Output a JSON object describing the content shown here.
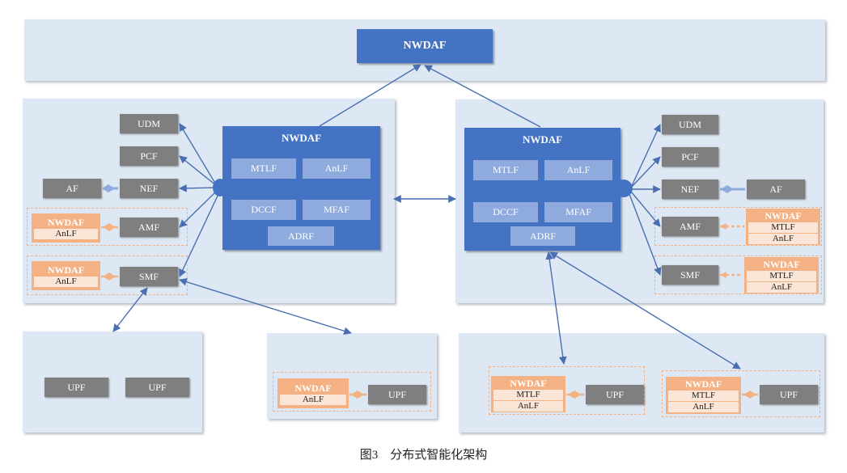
{
  "top": {
    "nwdaf": "NWDAF"
  },
  "left_core": {
    "nwdaf": "NWDAF",
    "functions": [
      "MTLF",
      "AnLF",
      "DCCF",
      "MFAF",
      "ADRF"
    ],
    "nf": {
      "udm": "UDM",
      "pcf": "PCF",
      "nef": "NEF",
      "af": "AF",
      "amf": "AMF",
      "smf": "SMF"
    },
    "amf_nwdaf": {
      "title": "NWDAF",
      "lines": [
        "AnLF"
      ]
    },
    "smf_nwdaf": {
      "title": "NWDAF",
      "lines": [
        "AnLF"
      ]
    }
  },
  "right_core": {
    "nwdaf": "NWDAF",
    "functions": [
      "MTLF",
      "AnLF",
      "DCCF",
      "MFAF",
      "ADRF"
    ],
    "nf": {
      "udm": "UDM",
      "pcf": "PCF",
      "nef": "NEF",
      "af": "AF",
      "amf": "AMF",
      "smf": "SMF"
    },
    "amf_nwdaf": {
      "title": "NWDAF",
      "lines": [
        "MTLF",
        "AnLF"
      ]
    },
    "smf_nwdaf": {
      "title": "NWDAF",
      "lines": [
        "MTLF",
        "AnLF"
      ]
    }
  },
  "edge_left": {
    "upf1": "UPF",
    "upf2": "UPF"
  },
  "edge_mid": {
    "nwdaf": {
      "title": "NWDAF",
      "lines": [
        "AnLF"
      ]
    },
    "upf": "UPF"
  },
  "edge_right": {
    "nwdaf1": {
      "title": "NWDAF",
      "lines": [
        "MTLF",
        "AnLF"
      ]
    },
    "upf1": "UPF",
    "nwdaf2": {
      "title": "NWDAF",
      "lines": [
        "MTLF",
        "AnLF"
      ]
    },
    "upf2": "UPF"
  },
  "caption": "图3　分布式智能化架构",
  "colors": {
    "panel": "#dde8f4",
    "nwdaf_blue": "#4473c4",
    "func_blue": "#8faadc",
    "nf_gray": "#7f7f7f",
    "local_orange": "#f4b183",
    "link": "#4a6fb0"
  }
}
